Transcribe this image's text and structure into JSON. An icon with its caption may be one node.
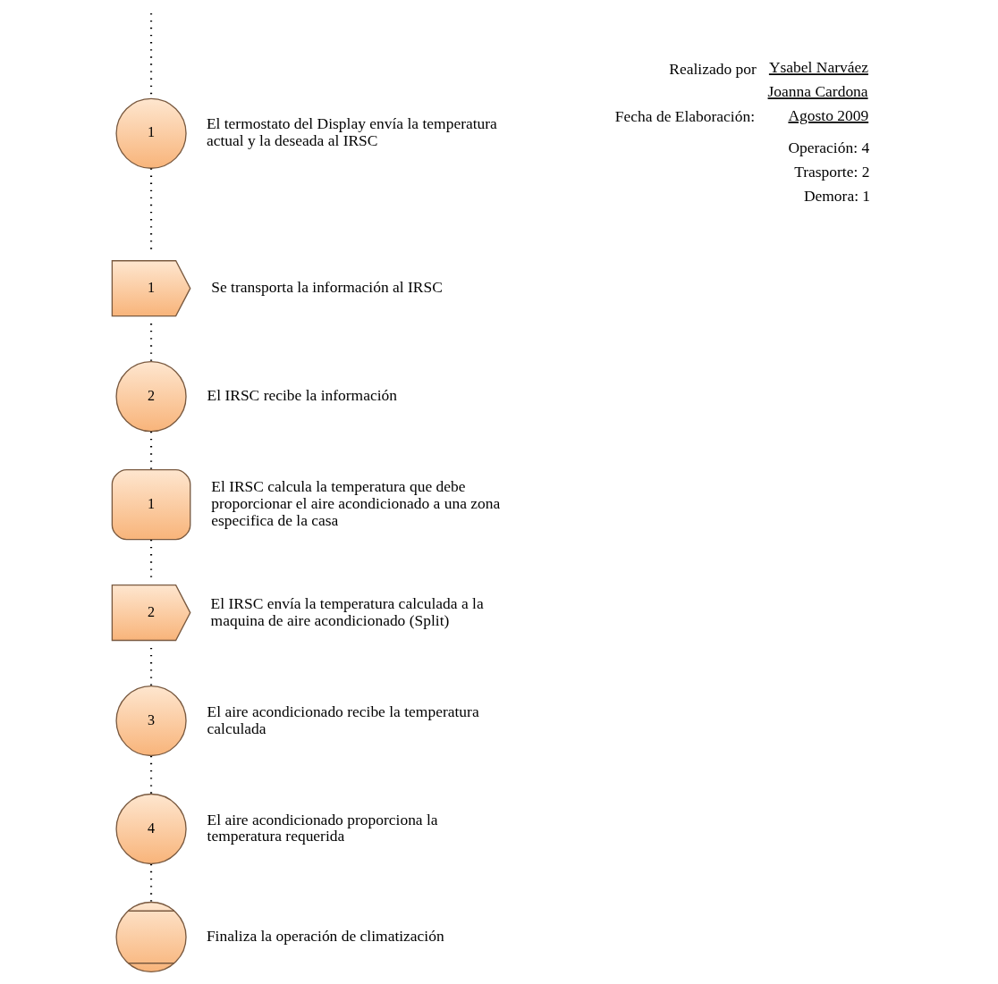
{
  "diagram": {
    "nodes": [
      {
        "text": [
          "1"
        ],
        "beside": [
          "El termostato del Display envía la temperatura actual y la deseada al IRSC"
        ]
      },
      {
        "text": [
          "1"
        ],
        "beside": [
          "Se transporta la información al IRSC"
        ]
      },
      {
        "text": [
          "2"
        ],
        "beside": [
          "El IRSC recibe la información"
        ]
      },
      {
        "text": [
          "1"
        ],
        "beside": [
          "El IRSC calcula la temperatura que debe proporcionar el aire acondicionado a una zona especifica de la casa"
        ]
      },
      {
        "text": [
          "2"
        ],
        "beside": [
          "El IRSC envía la temperatura calculada a la maquina de aire acondicionado (Split)"
        ]
      },
      {
        "text": [
          "3"
        ],
        "beside": [
          "El aire acondicionado recibe la temperatura calculada"
        ]
      },
      {
        "text": [
          "4"
        ],
        "beside": [
          "El aire acondicionado proporciona la temperatura requerida"
        ]
      },
      {
        "text": [],
        "shape": "circle",
        "beside": [
          "Finaliza la operación de climatización"
        ]
      }
    ],
    "edges": [
      {
        "from": null,
        "to": 0,
        "arrow": "none",
        "style": "dashed"
      },
      {
        "from": 0,
        "to": 1,
        "arrow": "none",
        "style": "dashed"
      },
      {
        "from": 1,
        "to": 2,
        "arrow": "none",
        "style": "dashed"
      },
      {
        "from": 2,
        "to": 3,
        "arrow": "none",
        "style": "dashed"
      },
      {
        "from": 3,
        "to": 4,
        "arrow": "none",
        "style": "dashed"
      },
      {
        "from": 4,
        "to": 5,
        "arrow": "none",
        "style": "dashed"
      },
      {
        "from": 5,
        "to": 6,
        "arrow": "none",
        "style": "dashed"
      },
      {
        "from": 6,
        "to": 7,
        "arrow": "none",
        "style": "dashed"
      }
    ],
    "labels": [
      "Realizado por",
      "Ysabel Narváez",
      "Joanna Cardona",
      "Fecha de Elaboración:",
      "Agosto 2009",
      "Operación: 4",
      "Trasporte: 2",
      "Demora: 1"
    ]
  }
}
